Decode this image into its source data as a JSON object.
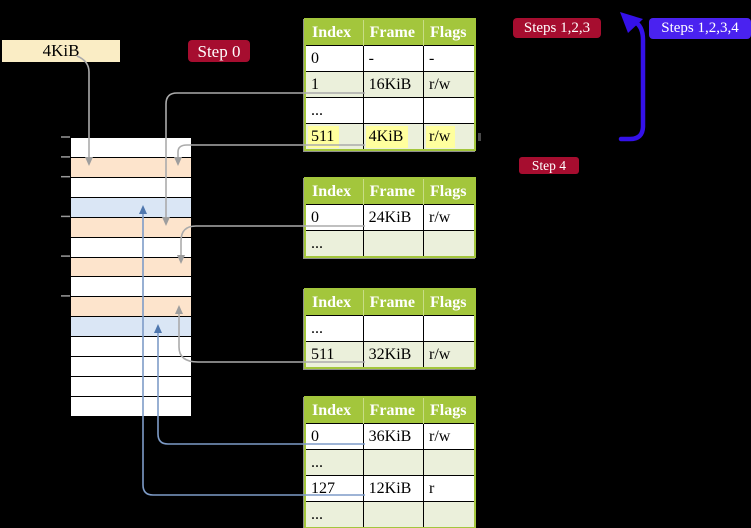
{
  "labels": {
    "page_size": "4KiB",
    "step0": "Step 0",
    "steps123": "Steps 1,2,3",
    "steps1234": "Steps 1,2,3,4",
    "step4": "Step 4"
  },
  "colors": {
    "background": "#000000",
    "badge_red": "#A60D2F",
    "badge_blue": "#4A22F0",
    "label_cream": "#FAEDC5",
    "table_header_green": "#A3C63C",
    "table_row_shaded": "#EBF0DB",
    "highlight_yellow": "#FFFF9E",
    "memory_orange": "#FDE4CC",
    "memory_blue": "#DAE6F5",
    "connector_gray": "#ABABAB",
    "connector_gray_head": "#9E9E9E",
    "connector_blue": "#7E9CC8",
    "connector_blue_head": "#4F77AE",
    "big_arrow_blue": "#3411E9",
    "tick_gray": "#999999"
  },
  "memory_column": {
    "rows": [
      "white",
      "orange",
      "white",
      "blue",
      "orange",
      "white",
      "orange",
      "white",
      "orange",
      "blue",
      "white",
      "white",
      "white",
      "white"
    ]
  },
  "tables": [
    {
      "headers": [
        "Index",
        "Frame",
        "Flags"
      ],
      "rows": [
        {
          "cells": [
            "0",
            "-",
            "-"
          ],
          "shaded": false,
          "highlight": false
        },
        {
          "cells": [
            "1",
            "16KiB",
            "r/w"
          ],
          "shaded": true,
          "highlight": false
        },
        {
          "cells": [
            "...",
            "",
            ""
          ],
          "shaded": false,
          "highlight": false
        },
        {
          "cells": [
            "511",
            "4KiB",
            "r/w"
          ],
          "shaded": true,
          "highlight": true
        }
      ]
    },
    {
      "headers": [
        "Index",
        "Frame",
        "Flags"
      ],
      "rows": [
        {
          "cells": [
            "0",
            "24KiB",
            "r/w"
          ],
          "shaded": false,
          "highlight": false
        },
        {
          "cells": [
            "...",
            "",
            ""
          ],
          "shaded": true,
          "highlight": false
        }
      ]
    },
    {
      "headers": [
        "Index",
        "Frame",
        "Flags"
      ],
      "rows": [
        {
          "cells": [
            "...",
            "",
            ""
          ],
          "shaded": false,
          "highlight": false
        },
        {
          "cells": [
            "511",
            "32KiB",
            "r/w"
          ],
          "shaded": true,
          "highlight": false
        }
      ]
    },
    {
      "headers": [
        "Index",
        "Frame",
        "Flags"
      ],
      "rows": [
        {
          "cells": [
            "0",
            "36KiB",
            "r/w"
          ],
          "shaded": false,
          "highlight": false
        },
        {
          "cells": [
            "...",
            "",
            ""
          ],
          "shaded": true,
          "highlight": false
        },
        {
          "cells": [
            "127",
            "12KiB",
            "r"
          ],
          "shaded": false,
          "highlight": false
        },
        {
          "cells": [
            "...",
            "",
            ""
          ],
          "shaded": true,
          "highlight": false
        }
      ]
    }
  ]
}
